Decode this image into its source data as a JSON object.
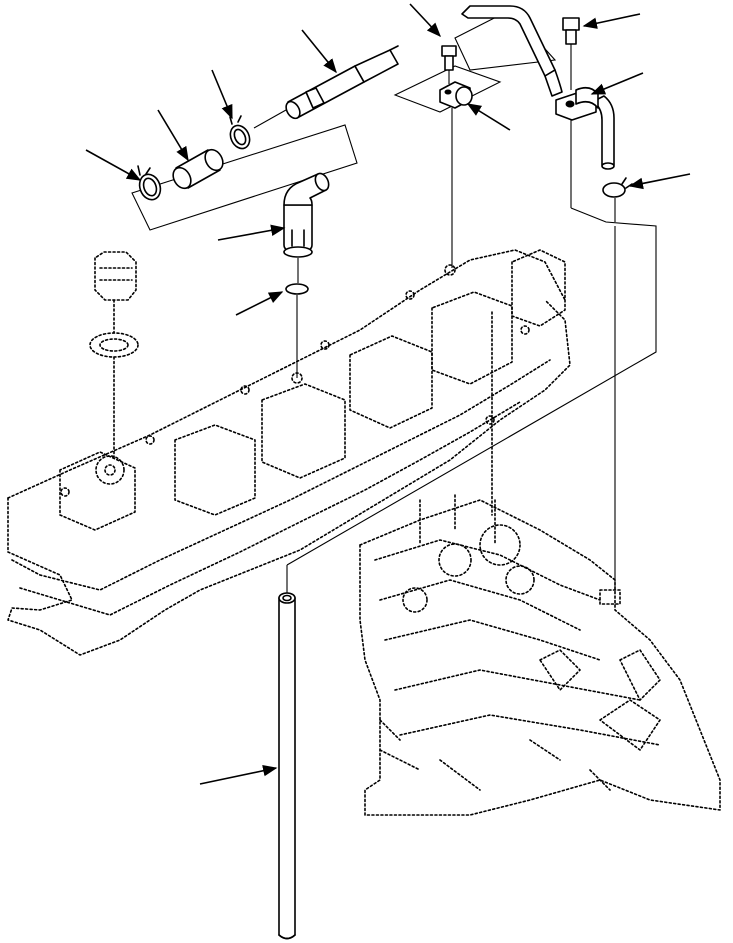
{
  "diagram": {
    "kind": "exploded parts illustration (line art, no text labels)",
    "colors": {
      "line": "#000000",
      "background": "#ffffff"
    },
    "parts": [
      "tube-clamp-left",
      "hose-connector",
      "tube-clamp-right",
      "breather-tube",
      "elbow-fitting",
      "o-ring-upper",
      "bracket-bolt-center",
      "bracket-clamp-center",
      "bracket-bolt-right",
      "bracket-clamp-right",
      "breather-pipe-upper",
      "hose-clamp-right",
      "long-drain-tube",
      "valve-cover-phantom",
      "engine-block-phantom",
      "oil-filler-cap-phantom"
    ],
    "leader_arrow_count": 12
  }
}
